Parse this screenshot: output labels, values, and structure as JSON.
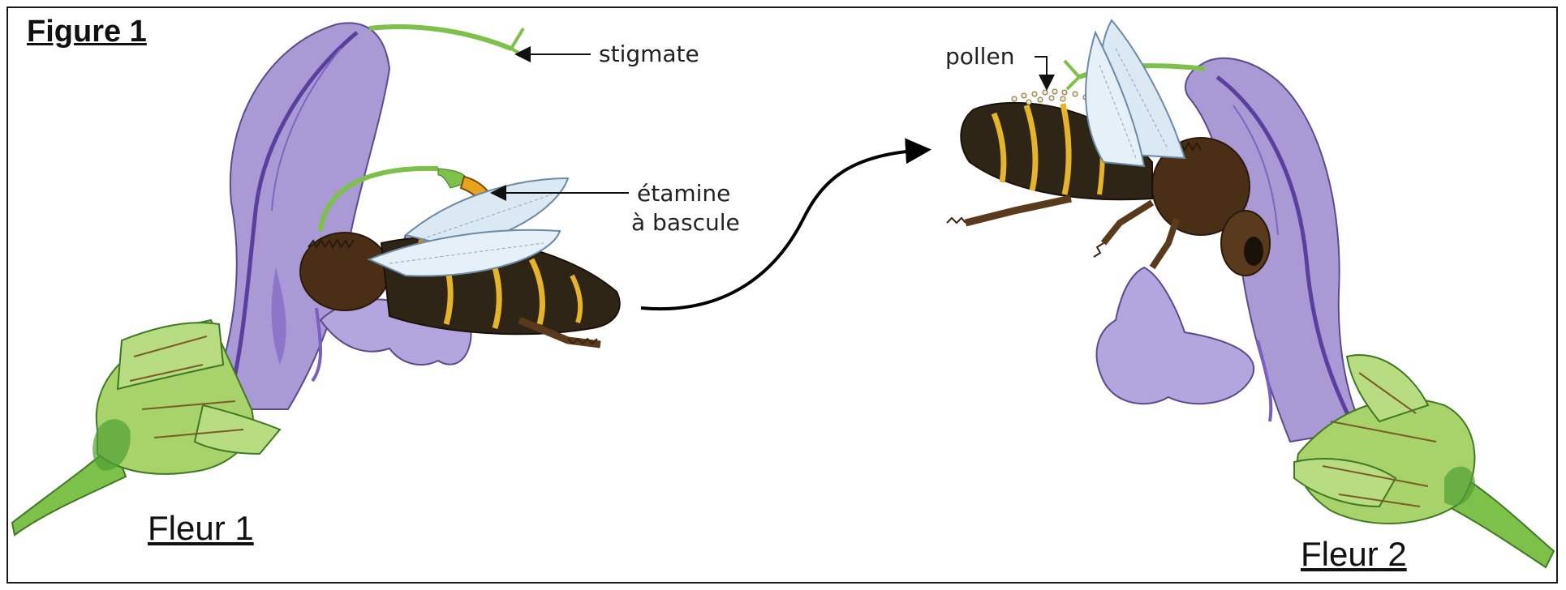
{
  "figure": {
    "title": "Figure 1"
  },
  "labels": {
    "stigma": "stigmate",
    "stamen_line1": "étamine",
    "stamen_line2": "à bascule",
    "pollen": "pollen"
  },
  "flowers": [
    {
      "label": "Fleur 1"
    },
    {
      "label": "Fleur 2"
    }
  ],
  "colors": {
    "petal": "#a99ad6",
    "petal_dark": "#6f5ab0",
    "sepal": "#a7d36a",
    "sepal_dark": "#4fa035",
    "stem": "#7dc04a",
    "stamen": "#e8a21c",
    "bee_body": "#3b2a16",
    "bee_stripe": "#e6b42a",
    "wing": "#dbe9f4",
    "arrow": "#000000"
  }
}
